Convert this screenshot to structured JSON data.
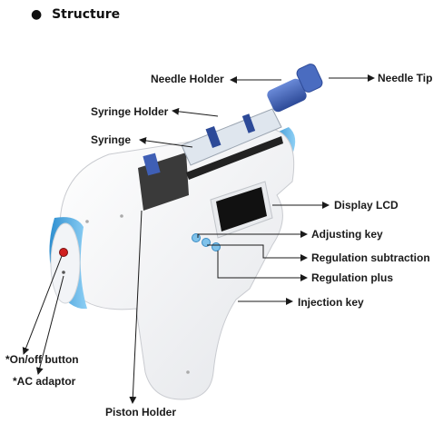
{
  "heading": {
    "bullet": "●",
    "text": "Structure"
  },
  "labels": {
    "needle_holder": "Needle Holder",
    "needle_tip": "Needle Tip",
    "syringe_holder": "Syringe Holder",
    "syringe": "Syringe",
    "display_lcd": "Display LCD",
    "adjusting_key": "Adjusting key",
    "regulation_subtraction": "Regulation subtraction",
    "regulation_plus": "Regulation plus",
    "injection_key": "Injection key",
    "on_off_button": "*On/off button",
    "ac_adaptor": "*AC adaptor",
    "piston_holder": "Piston Holder"
  },
  "colors": {
    "body": "#f4f4f6",
    "accent_blue": "#4aa8e0",
    "cap_blue": "#3d5fb0",
    "power_red": "#d02020",
    "lcd": "#111111"
  }
}
